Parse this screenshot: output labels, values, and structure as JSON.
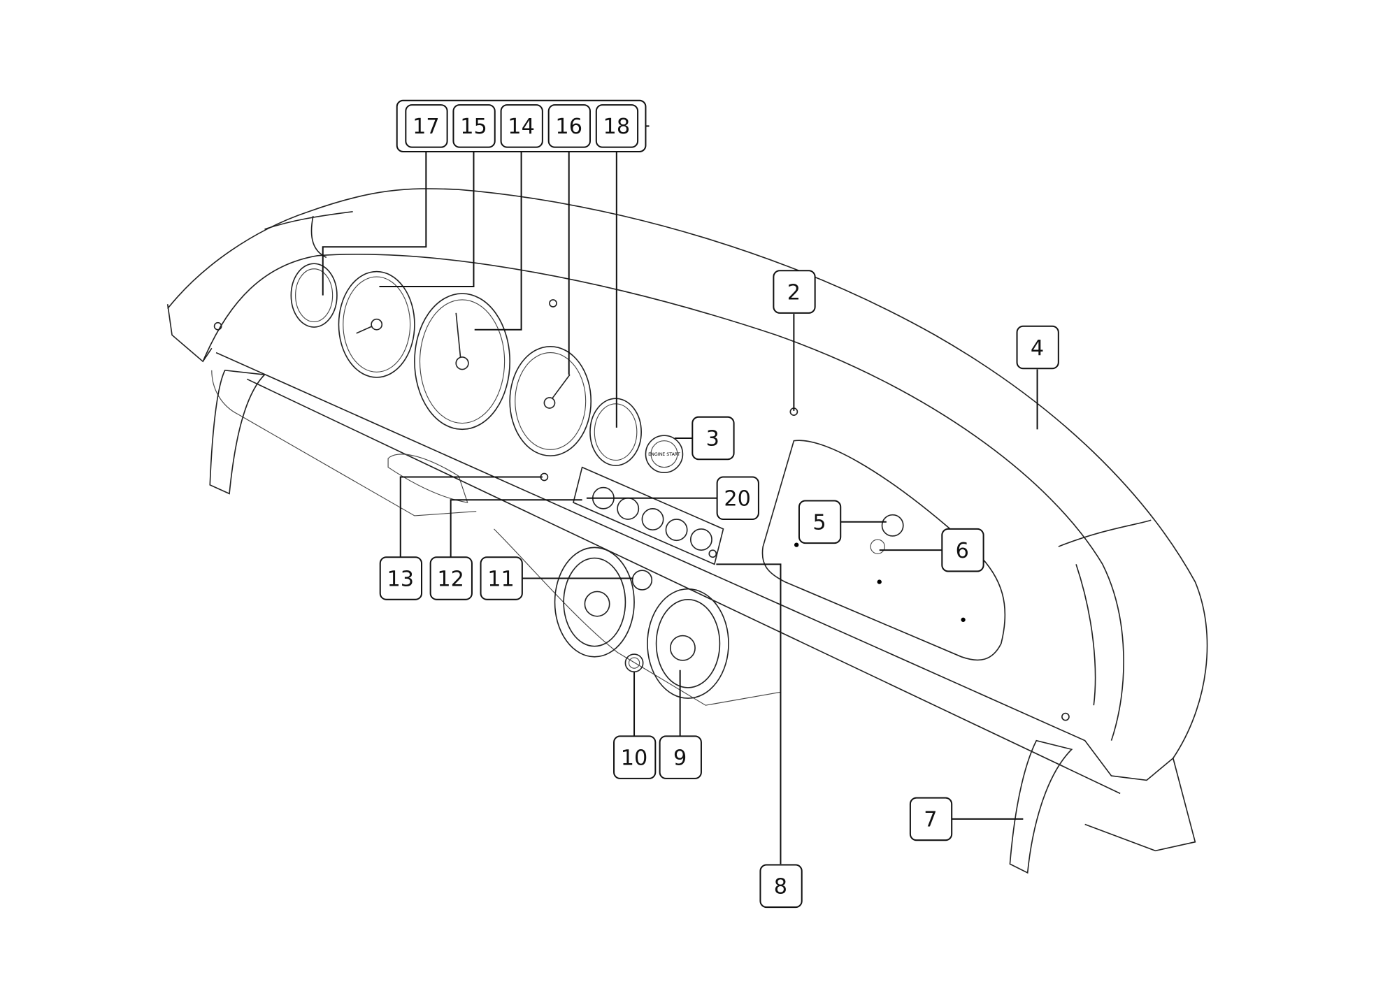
{
  "diagram": {
    "title": "Dashboard assembly exploded view",
    "callouts": {
      "c17": "17",
      "c15": "15",
      "c14": "14",
      "c16": "16",
      "c18": "18",
      "c2": "2",
      "c4": "4",
      "c3": "3",
      "c20": "20",
      "c5": "5",
      "c6": "6",
      "c13": "13",
      "c12": "12",
      "c11": "11",
      "c10": "10",
      "c9": "9",
      "c7": "7",
      "c8": "8"
    },
    "button_text": "ENGINE START"
  }
}
